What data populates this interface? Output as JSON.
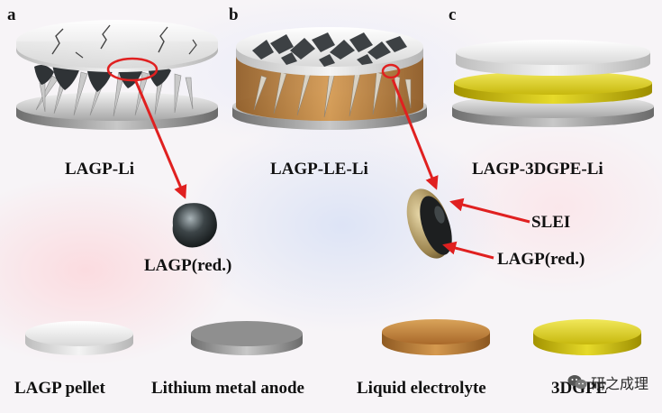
{
  "panels": {
    "a": {
      "letter": "a",
      "title": "LAGP-Li"
    },
    "b": {
      "letter": "b",
      "title": "LAGP-LE-Li"
    },
    "c": {
      "letter": "c",
      "title": "LAGP-3DGPE-Li"
    }
  },
  "callouts": {
    "a_particle": "LAGP(red.)",
    "b_shell": "SLEI",
    "b_core": "LAGP(red.)"
  },
  "legend": [
    {
      "label": "LAGP pellet"
    },
    {
      "label": "Lithium metal anode"
    },
    {
      "label": "Liquid electrolyte"
    },
    {
      "label": "3DGPE"
    }
  ],
  "watermark": {
    "text": "研之成理",
    "icon": "wechat-icon"
  },
  "colors": {
    "arrow": "#e02020",
    "pellet": "#e4e4e4",
    "lithium": "#8c8c8c",
    "liquid": "#c98a3a",
    "gpe": "#d9cc1a"
  }
}
